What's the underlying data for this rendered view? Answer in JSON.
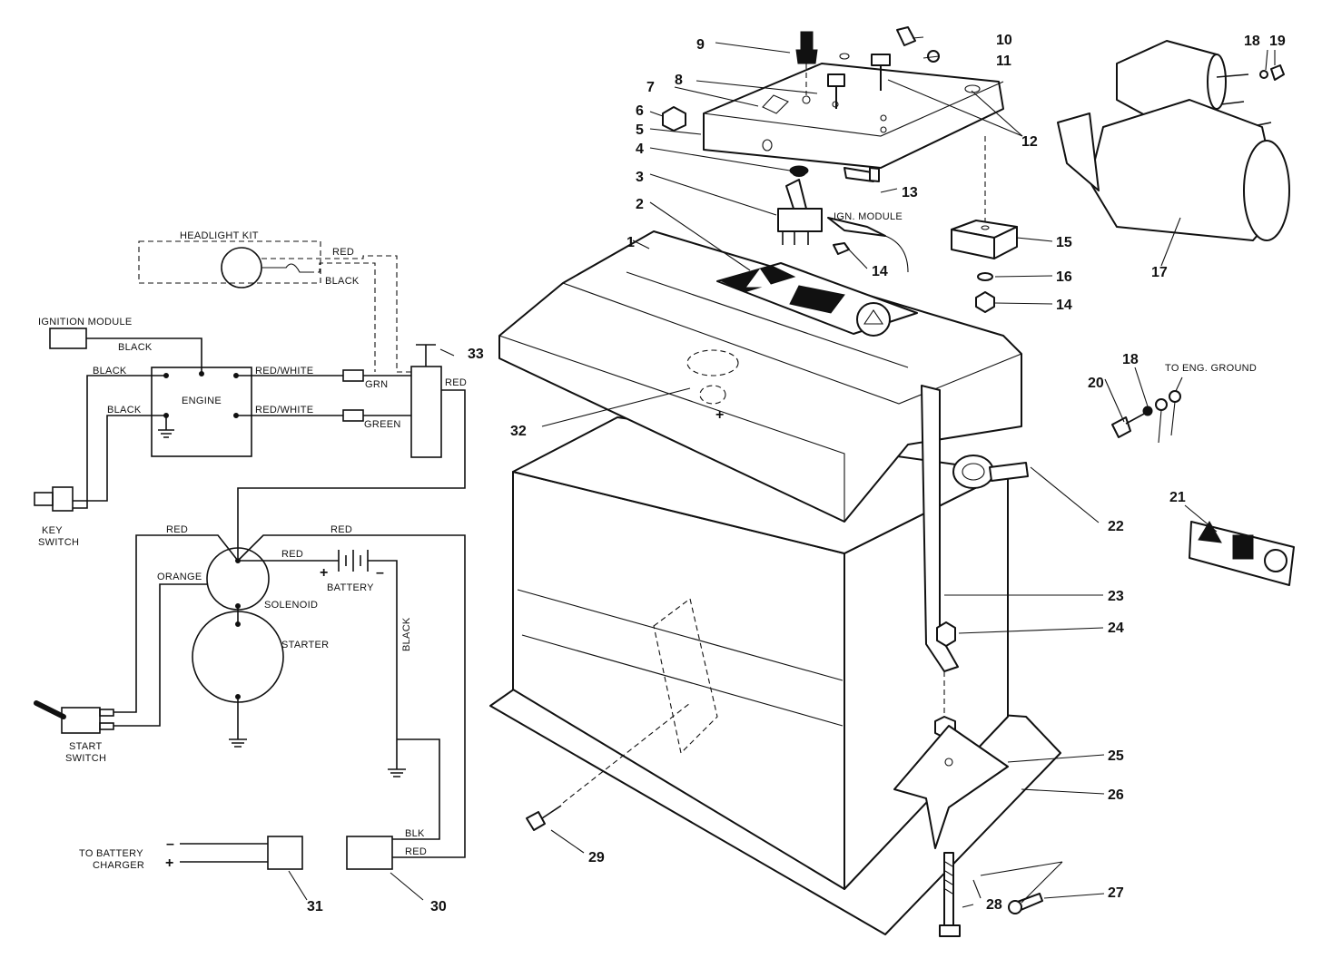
{
  "wiring": {
    "headlight_kit": "HEADLIGHT KIT",
    "red_1": "RED",
    "black_1": "BLACK",
    "ignition_module": "IGNITION MODULE",
    "black_2": "BLACK",
    "black_3": "BLACK",
    "black_4": "BLACK",
    "red_white_1": "RED/WHITE",
    "red_white_2": "RED/WHITE",
    "engine": "ENGINE",
    "grn": "GRN",
    "green": "GREEN",
    "red_2": "RED",
    "key_switch_1": "KEY",
    "key_switch_2": "SWITCH",
    "red_3": "RED",
    "red_4": "RED",
    "red_5": "RED",
    "orange": "ORANGE",
    "plus_1": "+",
    "minus_1": "–",
    "battery": "BATTERY",
    "solenoid": "SOLENOID",
    "starter": "STARTER",
    "black_vertical": "BLACK",
    "start_switch_1": "START",
    "start_switch_2": "SWITCH",
    "to_battery_charger_1": "TO BATTERY",
    "to_battery_charger_2": "CHARGER",
    "charger_minus": "–",
    "charger_plus": "+",
    "blk": "BLK",
    "red_6": "RED"
  },
  "parts": {
    "ign_module": "IGN. MODULE",
    "to_eng_ground": "TO ENG. GROUND",
    "battery_plus": "+"
  },
  "callouts": [
    "1",
    "2",
    "3",
    "4",
    "5",
    "6",
    "7",
    "8",
    "9",
    "10",
    "11",
    "12",
    "13",
    "14",
    "14",
    "15",
    "16",
    "17",
    "18",
    "19",
    "20",
    "18",
    "21",
    "22",
    "23",
    "24",
    "25",
    "26",
    "27",
    "28",
    "29",
    "30",
    "31",
    "32",
    "33"
  ]
}
